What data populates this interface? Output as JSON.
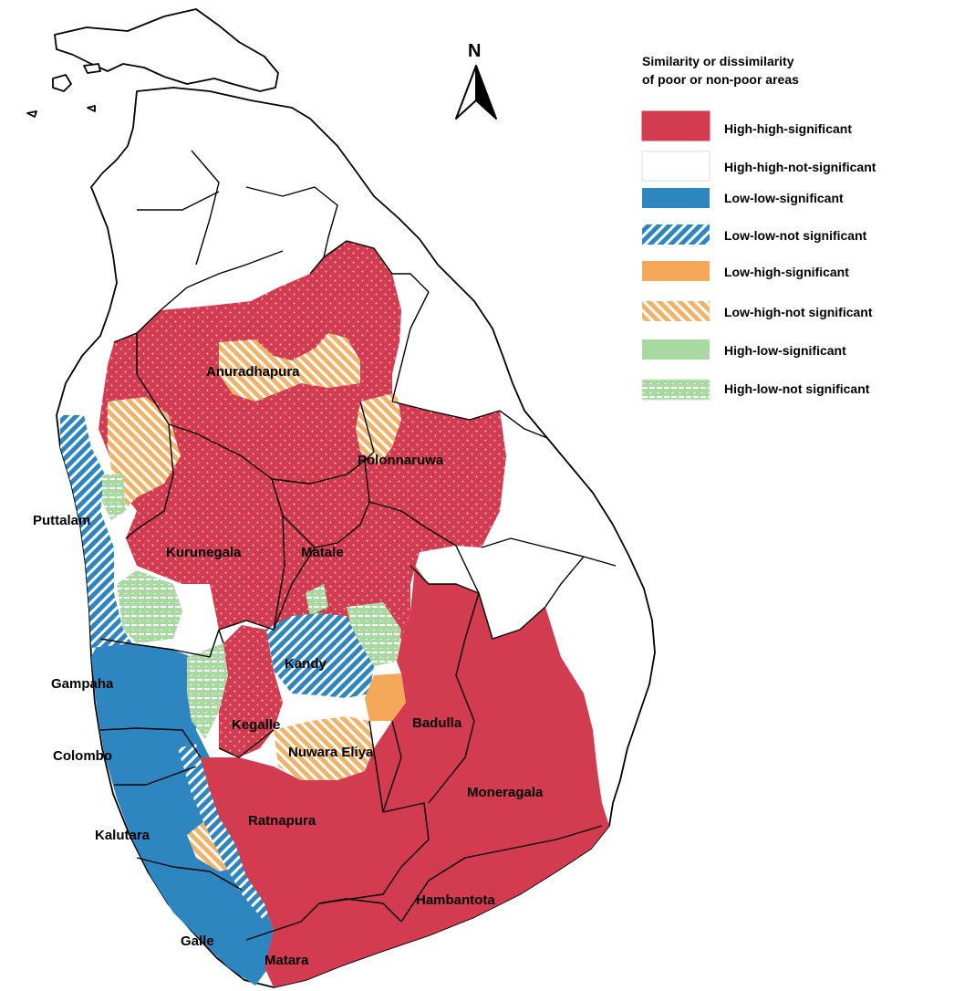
{
  "colors": {
    "high_high_sig": "#d33b50",
    "high_high_not_sig": "#ffffff",
    "low_low_sig": "#2e86c1",
    "low_low_not_sig": "#2e86c1",
    "low_high_sig": "#f6a85a",
    "low_high_not_sig": "#f0b36a",
    "high_low_sig": "#a8d9a0",
    "high_low_not_sig": "#a8d9a0",
    "boundary": "#000000"
  },
  "north_arrow": {
    "label": "N"
  },
  "legend": {
    "title_line1": "Similarity or dissimilarity",
    "title_line2": "of poor or non-poor areas",
    "items": [
      {
        "label": "High-high-significant",
        "class": "high_high_sig"
      },
      {
        "label": "High-high-not-significant",
        "class": "high_high_not_sig"
      },
      {
        "label": "Low-low-significant",
        "class": "low_low_sig"
      },
      {
        "label": "Low-low-not significant",
        "class": "low_low_not_sig"
      },
      {
        "label": "Low-high-significant",
        "class": "low_high_sig"
      },
      {
        "label": "Low-high-not significant",
        "class": "low_high_not_sig"
      },
      {
        "label": "High-low-significant",
        "class": "high_low_sig"
      },
      {
        "label": "High-low-not significant",
        "class": "high_low_not_sig"
      }
    ]
  },
  "districts": {
    "anuradhapura": "Anuradhapura",
    "polonnaruwa": "Polonnaruwa",
    "puttalam": "Puttalam",
    "kurunegala": "Kurunegala",
    "matale": "Matale",
    "kandy": "Kandy",
    "gampaha": "Gampaha",
    "kegalle": "Kegalle",
    "badulla": "Badulla",
    "colombo": "Colombo",
    "nuwara_eliya": "Nuwara Eliya",
    "moneragala": "Moneragala",
    "ratnapura": "Ratnapura",
    "kalutara": "Kalutara",
    "hambantota": "Hambantota",
    "galle": "Galle",
    "matara": "Matara"
  }
}
